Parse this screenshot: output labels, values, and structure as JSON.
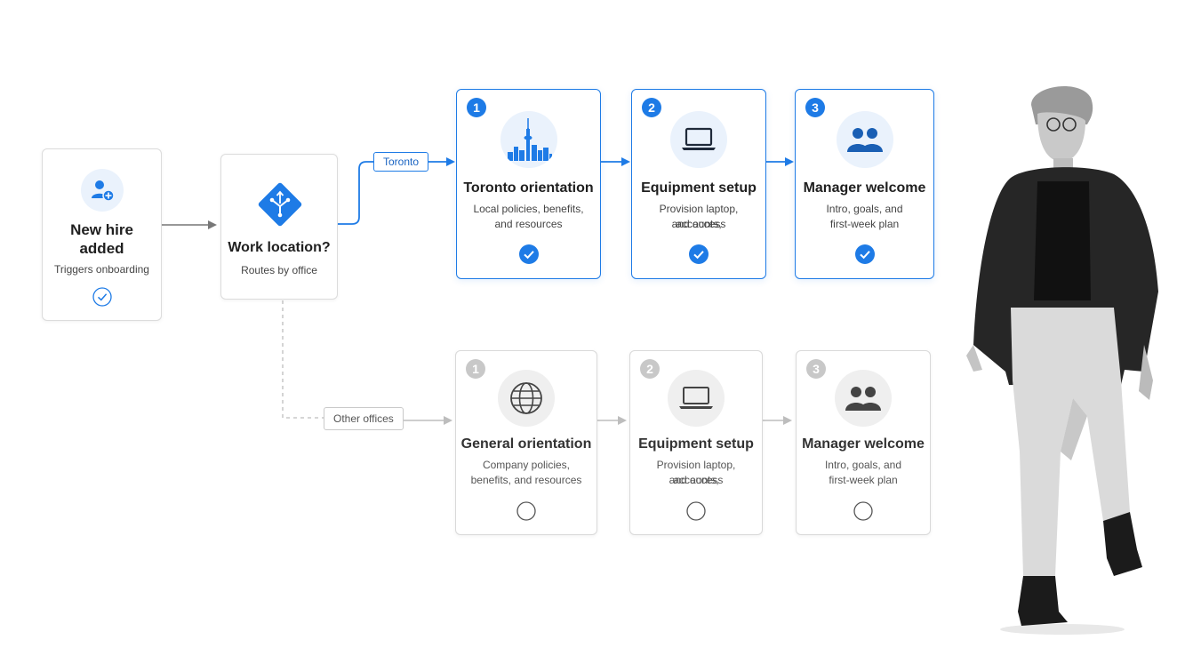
{
  "colors": {
    "accent": "#1e7be6",
    "muted": "#c8c8c8"
  },
  "start": {
    "title": "New hire added",
    "subtitle": "Triggers onboarding",
    "icon": "add-user-icon",
    "status": "complete"
  },
  "decision": {
    "title": "Work location?",
    "subtitle": "Routes by office",
    "icon": "branch-diamond-icon"
  },
  "branches": {
    "primary_label": "Toronto",
    "secondary_label": "Other offices"
  },
  "toronto_steps": [
    {
      "number": "1",
      "title": "Toronto orientation",
      "desc_1": "Local policies, benefits,",
      "desc_2": "and resources",
      "icon": "toronto-skyline-icon",
      "status": "complete"
    },
    {
      "number": "2",
      "title": "Equipment setup",
      "desc_1": "Provision laptop, accounts,",
      "desc_2": "and access",
      "icon": "laptop-icon",
      "status": "complete"
    },
    {
      "number": "3",
      "title": "Manager welcome",
      "desc_1": "Intro, goals, and",
      "desc_2": "first-week plan",
      "icon": "people-icon",
      "status": "complete"
    }
  ],
  "other_steps": [
    {
      "number": "1",
      "title": "General orientation",
      "desc_1": "Company policies,",
      "desc_2": "benefits, and resources",
      "icon": "globe-icon",
      "status": "pending"
    },
    {
      "number": "2",
      "title": "Equipment setup",
      "desc_1": "Provision laptop, accounts,",
      "desc_2": "and access",
      "icon": "laptop-icon",
      "status": "pending"
    },
    {
      "number": "3",
      "title": "Manager welcome",
      "desc_1": "Intro, goals, and",
      "desc_2": "first-week plan",
      "icon": "people-icon",
      "status": "pending"
    }
  ],
  "photo": {
    "subject": "person-walking-photo"
  }
}
